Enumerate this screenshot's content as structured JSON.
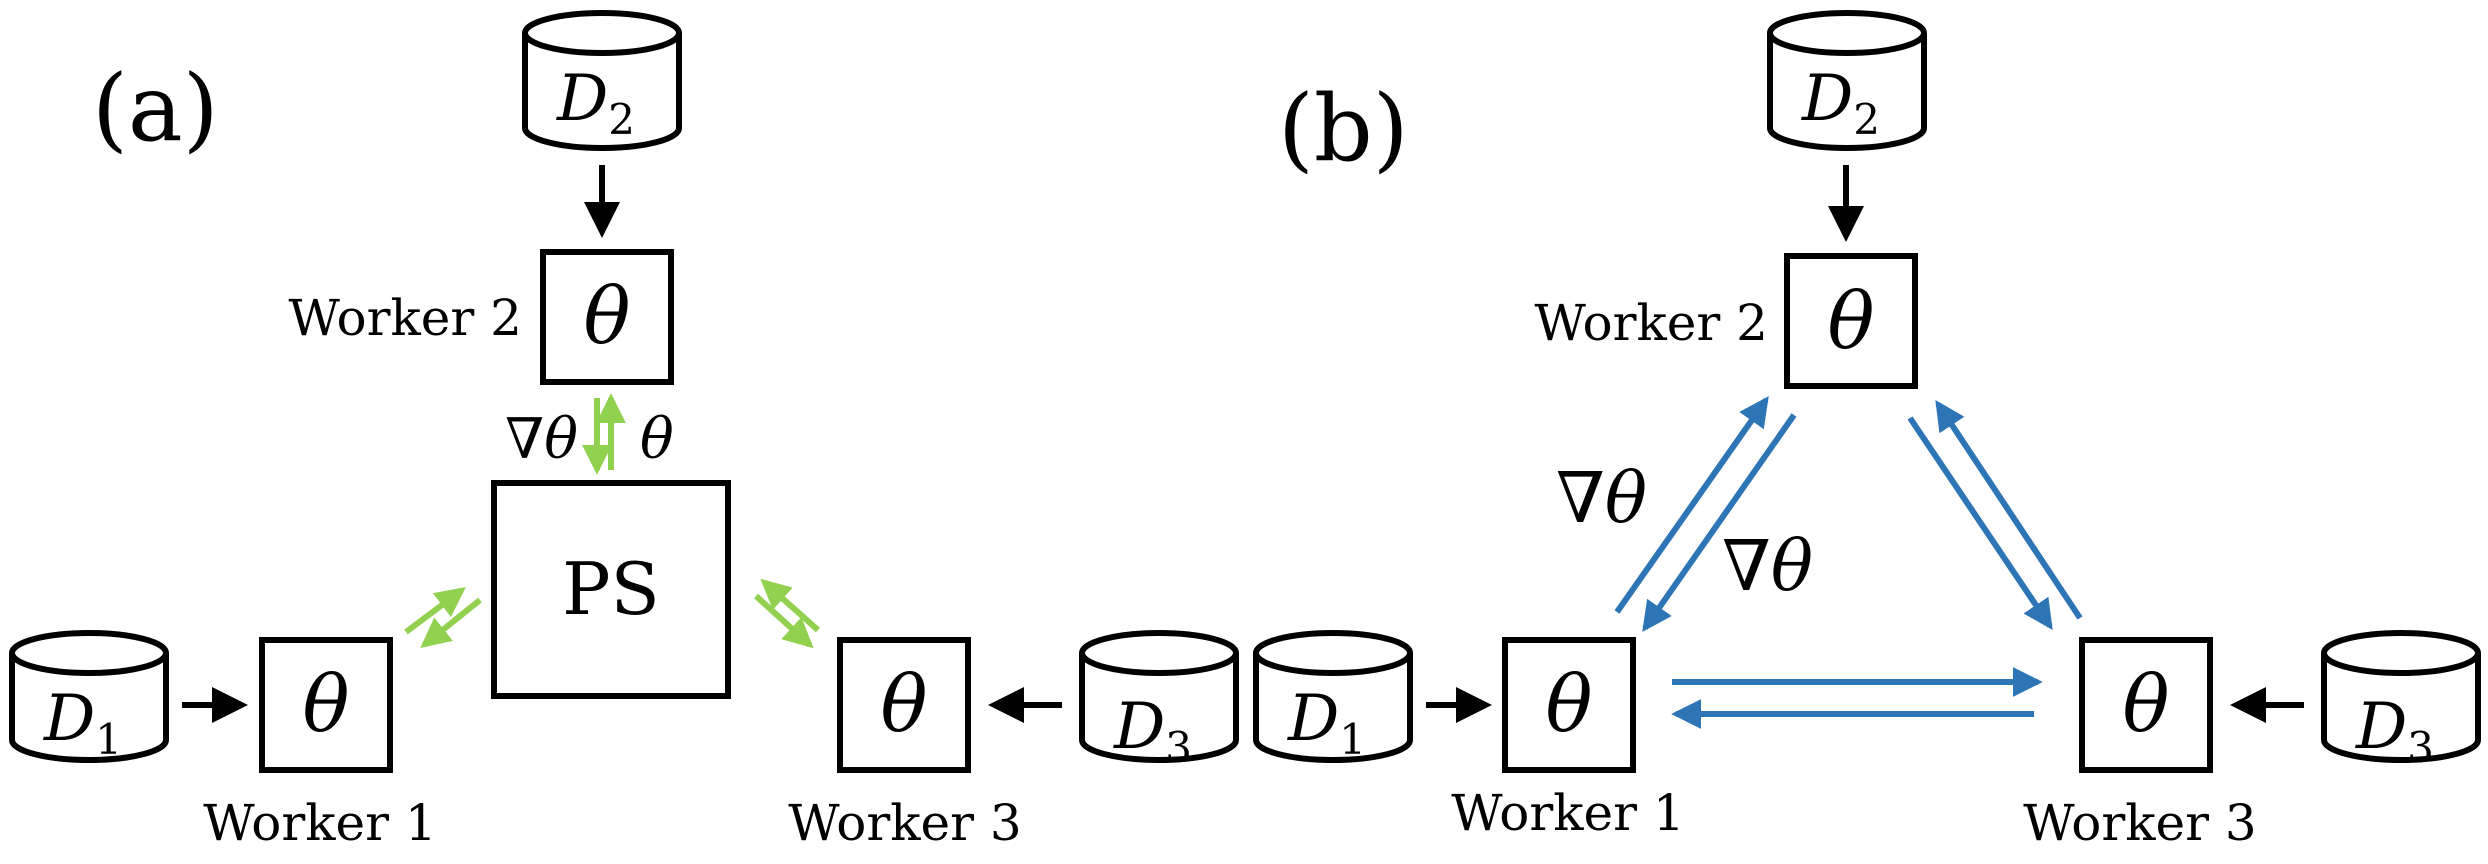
{
  "panel_a": {
    "label": "(a)",
    "server_label": "PS",
    "param_symbol": "θ",
    "grad_symbol": "∇θ",
    "workers": [
      {
        "label": "Worker 1",
        "data_base": "D",
        "data_sub": "1"
      },
      {
        "label": "Worker 2",
        "data_base": "D",
        "data_sub": "2"
      },
      {
        "label": "Worker 3",
        "data_base": "D",
        "data_sub": "3"
      }
    ]
  },
  "panel_b": {
    "label": "(b)",
    "param_symbol": "θ",
    "grad_symbol": "∇θ",
    "workers": [
      {
        "label": "Worker 1",
        "data_base": "D",
        "data_sub": "1"
      },
      {
        "label": "Worker 2",
        "data_base": "D",
        "data_sub": "2"
      },
      {
        "label": "Worker 3",
        "data_base": "D",
        "data_sub": "3"
      }
    ]
  },
  "colors": {
    "ps_arrows": "#92D050",
    "ring_arrows": "#2E75B6",
    "ink": "#000000"
  }
}
